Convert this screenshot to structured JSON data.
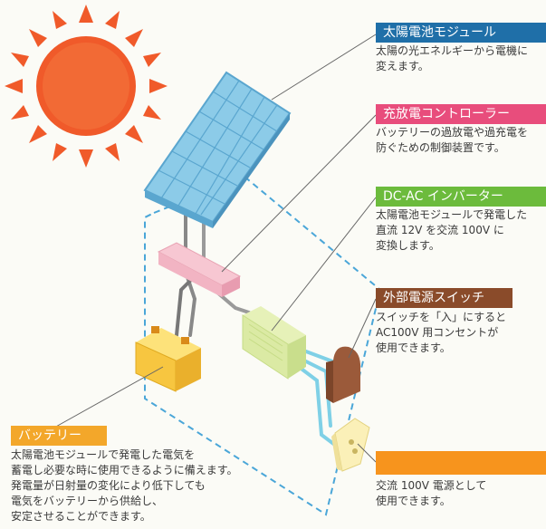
{
  "colors": {
    "solar": "#1f6fa8",
    "controller": "#e84d7c",
    "inverter": "#6cbb3c",
    "switch": "#8a4b2a",
    "battery": "#f3a72a",
    "outlet": "#f7941d",
    "sun": "#f05a2a",
    "panel": "#8ccbe8",
    "cable_blue": "#7fd0e6"
  },
  "labels": {
    "solar": {
      "title": "太陽電池モジュール",
      "desc": "太陽の光エネルギーから電機に\n変えます。"
    },
    "controller": {
      "title": "充放電コントローラー",
      "desc": "バッテリーの過放電や過充電を\n防ぐための制御装置です。"
    },
    "inverter": {
      "title": "DC-AC インバーター",
      "desc": "太陽電池モジュールで発電した\n直流 12V を交流 100V に\n変換します。"
    },
    "switch": {
      "title": "外部電源スイッチ",
      "desc": "スイッチを「入」にすると\nAC100V 用コンセントが\n使用できます。"
    },
    "battery": {
      "title": "バッテリー",
      "desc": "太陽電池モジュールで発電した電気を\n蓄電し必要な時に使用できるように備えます。\n発電量が日射量の変化により低下しても\n電気をバッテリーから供給し、\n安定させることができます。"
    },
    "outlet": {
      "title": "",
      "desc": "交流 100V 電源として\n使用できます。"
    }
  }
}
